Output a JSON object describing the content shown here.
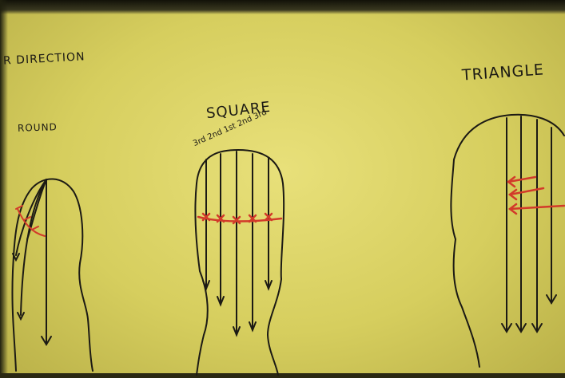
{
  "labels": {
    "direction": "R DIRECTION",
    "round": "ROUND",
    "square": "SQUARE",
    "square_numbers": "3rd 2nd 1st 2nd 3rd",
    "triangle": "TRIANGLE"
  },
  "colors": {
    "paper": "#e3db6c",
    "ink": "#1c1a14",
    "red": "#d23a2a"
  }
}
